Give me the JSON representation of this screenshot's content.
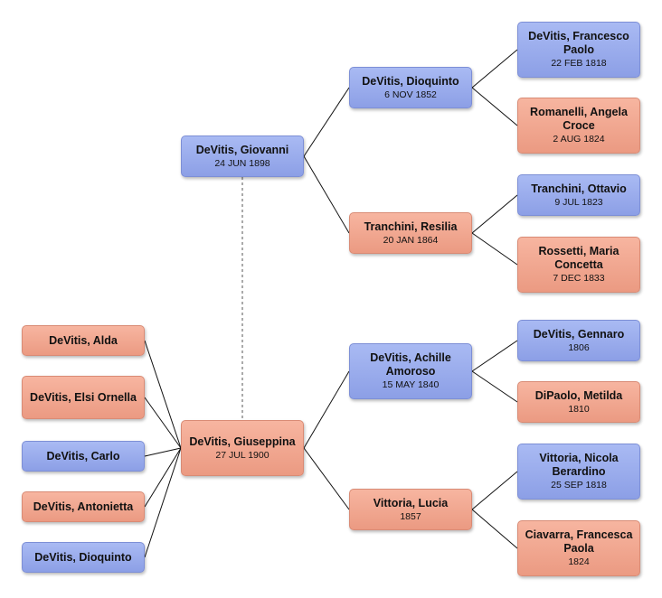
{
  "colors": {
    "male": "#99aaee",
    "female": "#f2a890",
    "line": "#111111",
    "spouse_line": "#555555"
  },
  "people": {
    "giovanni": {
      "name": "DeVitis, Giovanni",
      "date": "24 JUN 1898",
      "sex": "male"
    },
    "giuseppina": {
      "name": "DeVitis, Giuseppina",
      "date": "27 JUL 1900",
      "sex": "female"
    },
    "dioquinto_f": {
      "name": "DeVitis, Dioquinto",
      "date": "6 NOV 1852",
      "sex": "male"
    },
    "resilia": {
      "name": "Tranchini, Resilia",
      "date": "20 JAN 1864",
      "sex": "female"
    },
    "francesco": {
      "name": "DeVitis, Francesco Paolo",
      "date": "22 FEB 1818",
      "sex": "male"
    },
    "angela": {
      "name": "Romanelli, Angela Croce",
      "date": "2 AUG 1824",
      "sex": "female"
    },
    "ottavio": {
      "name": "Tranchini, Ottavio",
      "date": "9 JUL 1823",
      "sex": "male"
    },
    "maria": {
      "name": "Rossetti, Maria Concetta",
      "date": "7 DEC 1833",
      "sex": "female"
    },
    "achille": {
      "name": "DeVitis, Achille Amoroso",
      "date": "15 MAY 1840",
      "sex": "male"
    },
    "lucia": {
      "name": "Vittoria, Lucia",
      "date": "1857",
      "sex": "female"
    },
    "gennaro": {
      "name": "DeVitis, Gennaro",
      "date": "1806",
      "sex": "male"
    },
    "metilda": {
      "name": "DiPaolo, Metilda",
      "date": "1810",
      "sex": "female"
    },
    "nicola": {
      "name": "Vittoria, Nicola Berardino",
      "date": "25 SEP 1818",
      "sex": "male"
    },
    "ciavarra": {
      "name": "Ciavarra, Francesca Paola",
      "date": "1824",
      "sex": "female"
    },
    "alda": {
      "name": "DeVitis, Alda",
      "date": "",
      "sex": "female"
    },
    "elsi": {
      "name": "DeVitis, Elsi Ornella",
      "date": "",
      "sex": "female"
    },
    "carlo": {
      "name": "DeVitis, Carlo",
      "date": "",
      "sex": "male"
    },
    "antonietta": {
      "name": "DeVitis, Antonietta",
      "date": "",
      "sex": "female"
    },
    "dioquinto_c": {
      "name": "DeVitis, Dioquinto",
      "date": "",
      "sex": "male"
    }
  }
}
